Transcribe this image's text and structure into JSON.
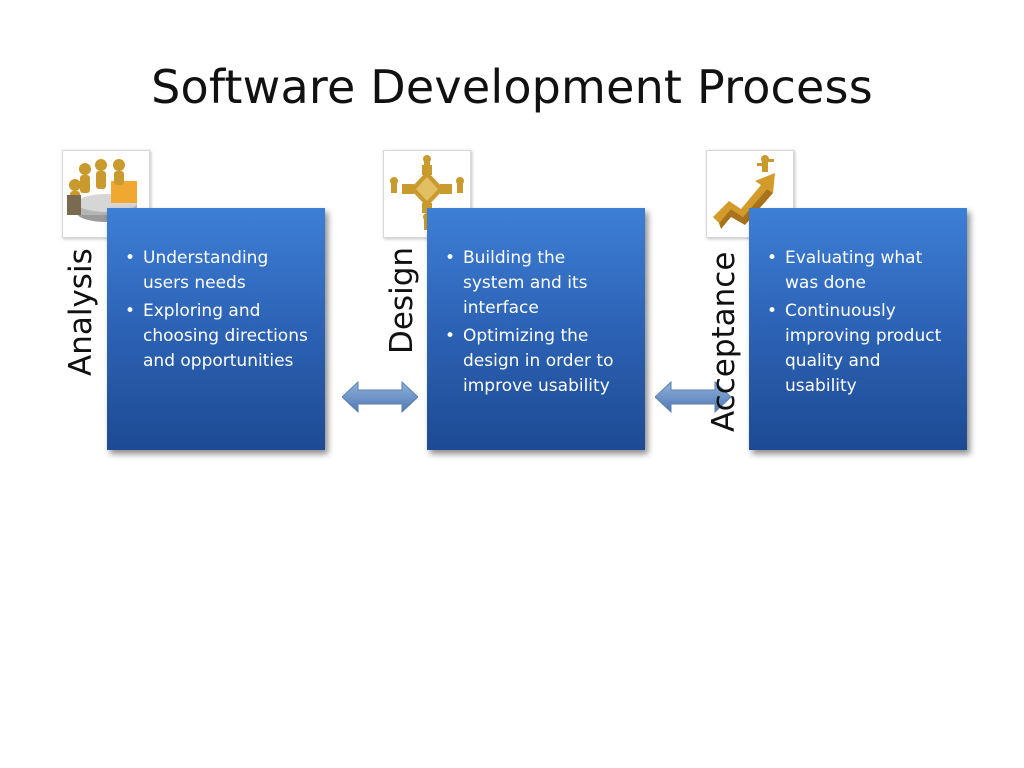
{
  "slide": {
    "title": "Software Development Process"
  },
  "stages": [
    {
      "label": "Analysis",
      "icon": "team-meeting-icon",
      "bullets": [
        "Understanding users needs",
        "Exploring and choosing directions and opportunities"
      ]
    },
    {
      "label": "Design",
      "icon": "puzzle-figures-icon",
      "bullets": [
        "Building the system and its interface",
        "Optimizing the design in order to improve usability"
      ]
    },
    {
      "label": "Acceptance",
      "icon": "growth-arrow-icon",
      "bullets": [
        "Evaluating what was done",
        "Continuously improving product quality and usability"
      ]
    }
  ],
  "colors": {
    "box_top": "#3d7fd6",
    "box_bottom": "#1d4a93",
    "arrow": "#6d95c8",
    "figure_gold": "#c99a2e"
  }
}
